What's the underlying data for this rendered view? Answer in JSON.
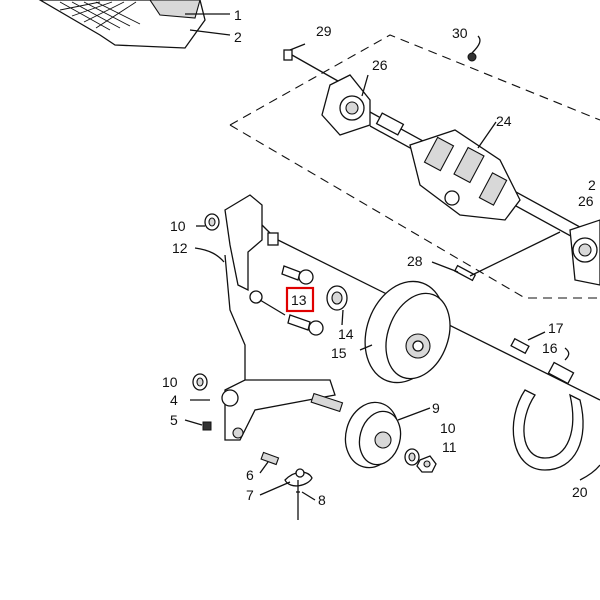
{
  "diagram": {
    "labels": {
      "p1": "1",
      "p2": "2",
      "p4": "4",
      "p5": "5",
      "p6": "6",
      "p7": "7",
      "p8": "8",
      "p9": "9",
      "p10a": "10",
      "p10b": "10",
      "p10c": "10",
      "p11": "11",
      "p12": "12",
      "p13": "13",
      "p14": "14",
      "p15": "15",
      "p16": "16",
      "p17": "17",
      "p20": "20",
      "p24": "24",
      "p26a": "26",
      "p26b": "26",
      "p28": "28",
      "p29": "29",
      "p30": "30",
      "p2b": "2"
    },
    "highlight_color": "#e00000"
  }
}
